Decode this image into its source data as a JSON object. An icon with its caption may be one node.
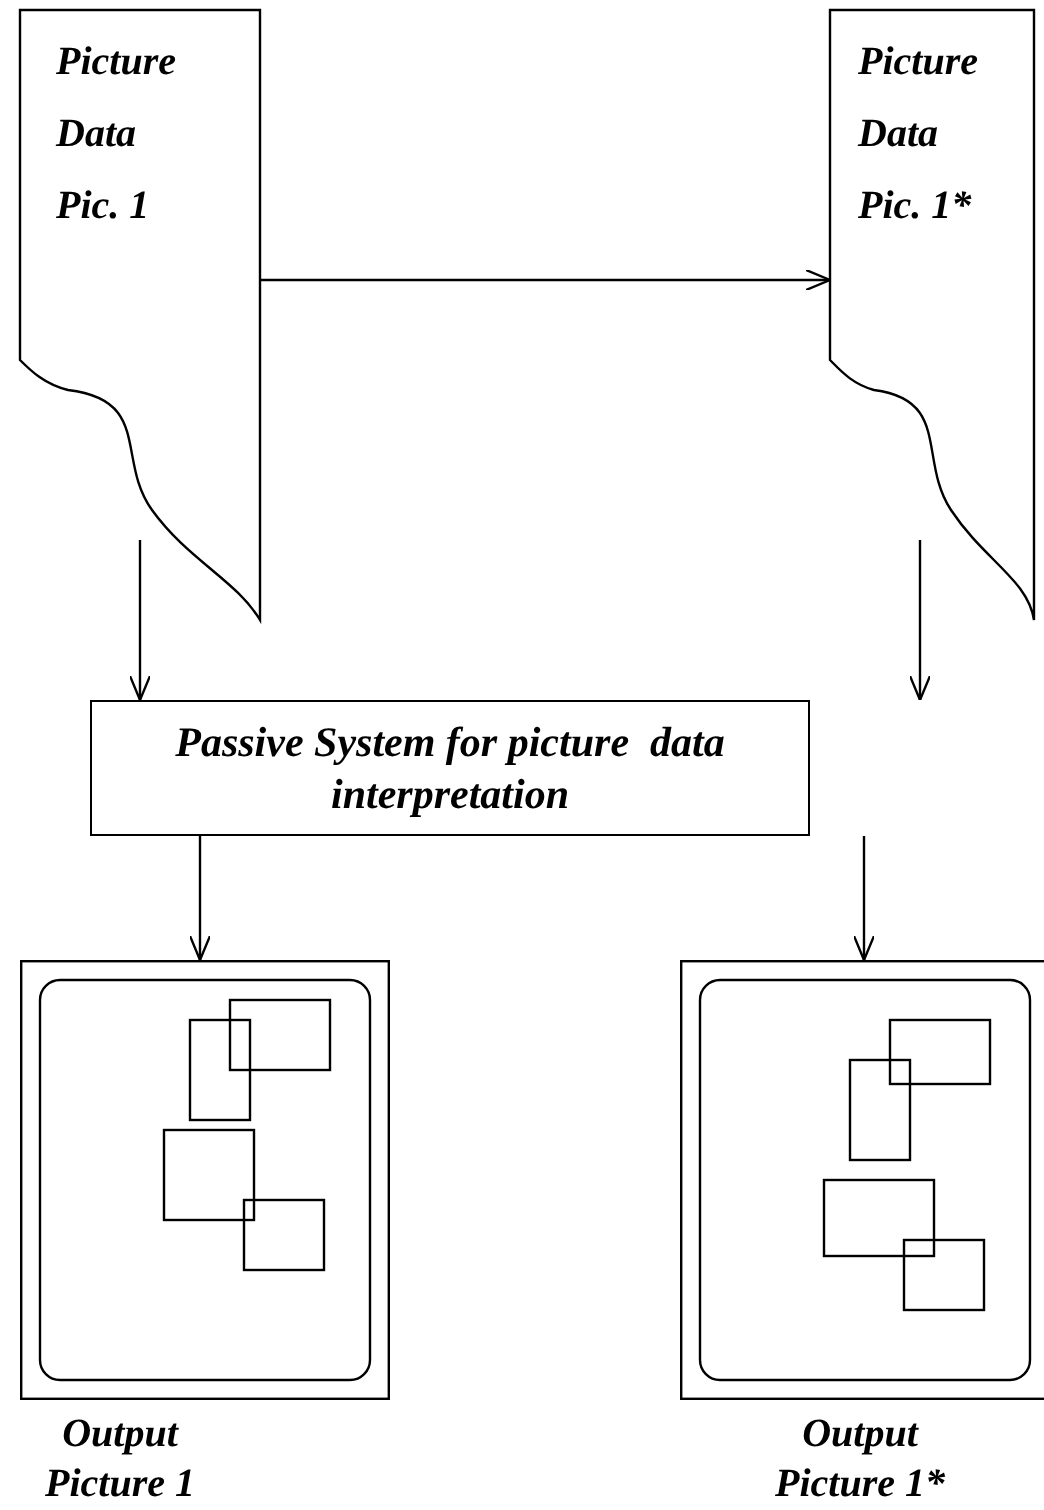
{
  "diagram": {
    "nodes": [
      {
        "text": [
          "Picture Data Pic. 1"
        ]
      },
      {
        "text": [
          "Picture Data Pic. 1*"
        ]
      },
      {
        "text": [
          "Passive System for picture  data interpretation"
        ]
      },
      {
        "text": [],
        "shape": "box",
        "beside": [
          "Output Picture 1"
        ]
      },
      {
        "text": [],
        "shape": "box",
        "beside": [
          "Output Picture 1*"
        ]
      }
    ],
    "edges": [
      {
        "from": 0,
        "to": 1,
        "arrow": "to"
      },
      {
        "from": 0,
        "to": 2,
        "arrow": "to"
      },
      {
        "from": 1,
        "to": 2,
        "arrow": "to"
      },
      {
        "from": 2,
        "to": 3,
        "arrow": "to"
      },
      {
        "from": 2,
        "to": 4,
        "arrow": "to"
      }
    ]
  }
}
